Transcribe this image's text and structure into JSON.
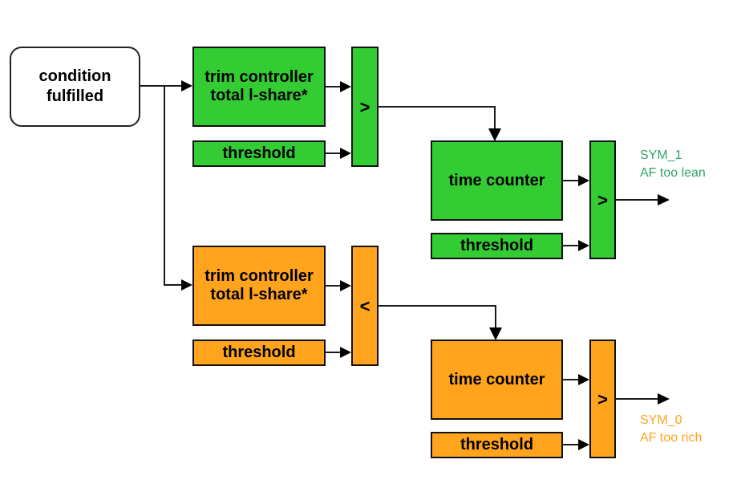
{
  "colors": {
    "green_fill": "#33CC33",
    "orange_fill": "#FFA41C",
    "green_label_text": "#33A366",
    "orange_label_text": "#FFA41C",
    "line": "#1a1a1a"
  },
  "condition_box": {
    "label": "condition\nfulfilled"
  },
  "green_branch": {
    "trim_controller": "trim controller\ntotal l-share*",
    "threshold_1": "threshold",
    "comparator_1": ">",
    "time_counter": "time counter",
    "threshold_2": "threshold",
    "comparator_2": ">",
    "output": {
      "symbol": "SYM_1",
      "description": "AF too lean"
    }
  },
  "orange_branch": {
    "trim_controller": "trim controller\ntotal l-share*",
    "threshold_1": "threshold",
    "comparator_1": "<",
    "time_counter": "time counter",
    "threshold_2": "threshold",
    "comparator_2": ">",
    "output": {
      "symbol": "SYM_0",
      "description": "AF too rich"
    }
  }
}
